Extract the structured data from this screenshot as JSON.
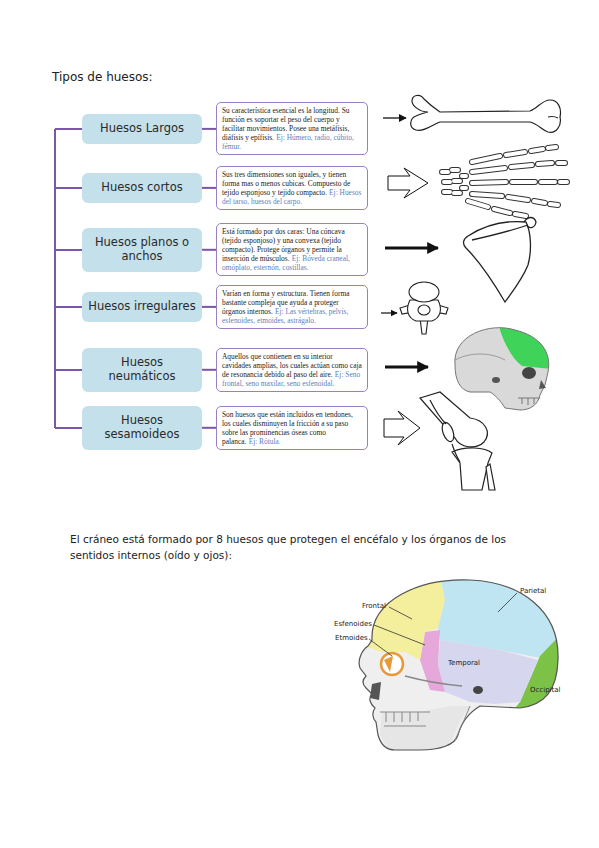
{
  "diagram": {
    "title": "Tipos de huesos:",
    "nodes": [
      {
        "text": [
          "Huesos Largos"
        ]
      },
      {
        "text": [
          "Su característica esencial es la longitud. Su función es soportar el peso del cuerpo y facilitar movimientos. Posee una metáfisis, diáfisis y epífisis.",
          "Ej: Húmero, radio, cúbito, fémur."
        ]
      },
      {
        "text": [
          "Huesos cortos"
        ]
      },
      {
        "text": [
          "Sus tres dimensiones son iguales, y tienen forma mas o menos cubicas. Compuesto de tejido esponjoso y tejido compacto.",
          "Ej: Huesos del tarso, huesos del carpo."
        ]
      },
      {
        "text": [
          "Huesos planos o anchos"
        ]
      },
      {
        "text": [
          "Está formado por dos caras: Una cóncava (tejido esponjoso) y una convexa (tejido compacto). Protege órganos y permite la inserción de músculos.",
          "Ej: Bóveda craneal, omóplato, esternón, costillas."
        ]
      },
      {
        "text": [
          "Huesos irregulares"
        ]
      },
      {
        "text": [
          "Varían en forma y estructura. Tienen forma bastante compleja que ayuda a proteger órganos internos.",
          "Ej: Las vértebras, pelvis, esfenoides, etmoides, astrágalo."
        ]
      },
      {
        "text": [
          "Huesos neumáticos"
        ]
      },
      {
        "text": [
          "Aquellos que contienen en su interior cavidades amplias, los cuales actúan como caja de resonancia debido al paso del aire.",
          "Ej: Seno frontal, seno maxilar, seno esfenoidal."
        ]
      },
      {
        "text": [
          "Huesos sesamoideos"
        ]
      },
      {
        "text": [
          "Son huesos que están incluidos en tendones, los cuales disminuyen la fricción a su paso sobre las prominencias óseas como palanca.",
          "Ej: Rótula."
        ]
      }
    ],
    "edges": [
      {
        "from": 0,
        "to": 1,
        "arrow": "none"
      },
      {
        "from": 2,
        "to": 3,
        "arrow": "none"
      },
      {
        "from": 4,
        "to": 5,
        "arrow": "none"
      },
      {
        "from": 6,
        "to": 7,
        "arrow": "none"
      },
      {
        "from": 8,
        "to": 9,
        "arrow": "none"
      },
      {
        "from": 10,
        "to": 11,
        "arrow": "none"
      }
    ],
    "labels": [
      "El cráneo está formado por 8 huesos que protegen el encéfalo y los órganos de los sentidos internos (oído y ojos):",
      "Parietal",
      "Frontal",
      "Esfenoides",
      "Etmoides",
      "Temporal",
      "Occipital"
    ]
  }
}
